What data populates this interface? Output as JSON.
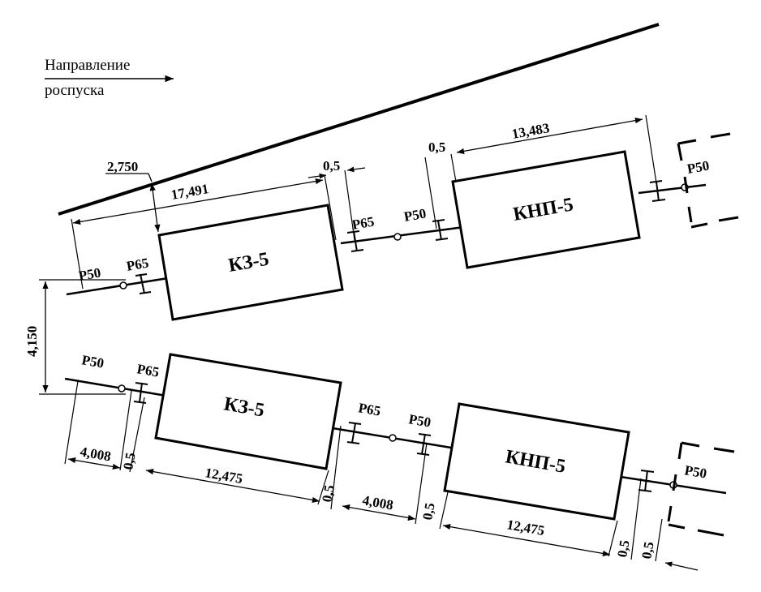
{
  "direction_label": {
    "line1": "Направление",
    "line2": "роспуска"
  },
  "blocks": {
    "upper_kz": "КЗ-5",
    "upper_knp": "КНП-5",
    "lower_kz": "КЗ-5",
    "lower_knp": "КНП-5"
  },
  "rails": {
    "upper_left_p50": "Р50",
    "upper_left_p65": "Р65",
    "upper_mid_p65": "Р65",
    "upper_mid_p50": "Р50",
    "upper_right_p50": "Р50",
    "lower_left_p50": "Р50",
    "lower_left_p65": "Р65",
    "lower_mid_p65": "Р65",
    "lower_mid_p50": "Р50",
    "lower_right_p50": "Р50"
  },
  "dimensions": {
    "offset_2750": "2,750",
    "kz_length_17491": "17,491",
    "gap_upper_05_a": "0,5",
    "gap_upper_05_b": "0,5",
    "knp_length_13483": "13,483",
    "track_spacing_4150": "4,150",
    "lower_4008_a": "4,008",
    "lower_05_a": "0,5",
    "lower_12475_a": "12,475",
    "lower_05_b": "0,5",
    "lower_4008_b": "4,008",
    "lower_05_c": "0,5",
    "lower_12475_b": "12,475",
    "lower_05_d": "0,5",
    "lower_05_e": "0,5"
  }
}
